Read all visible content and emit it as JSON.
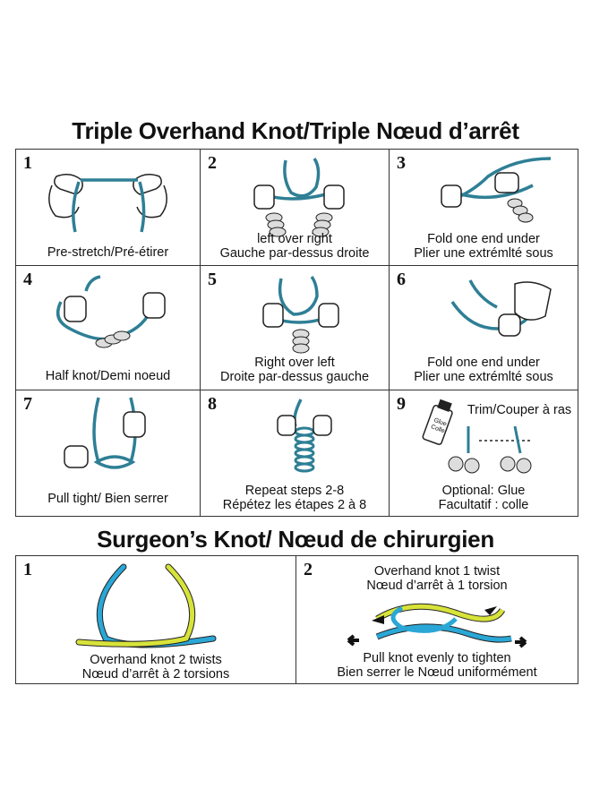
{
  "title_top": "Triple Overhand Knot/Triple Nœud d’arrêt",
  "title_bottom": "Surgeon’s Knot/ Nœud de chirurgien",
  "steps": [
    {
      "num": "1",
      "caption": [
        "Pre-stretch/Pré-étirer"
      ]
    },
    {
      "num": "2",
      "caption": [
        "left over right",
        "Gauche par-dessus droite"
      ]
    },
    {
      "num": "3",
      "caption": [
        "Fold one end under",
        "Plier une extrémlté sous"
      ]
    },
    {
      "num": "4",
      "caption": [
        "Half knot/Demi noeud"
      ]
    },
    {
      "num": "5",
      "caption": [
        "Right over left",
        "Droite par-dessus gauche"
      ]
    },
    {
      "num": "6",
      "caption": [
        "Fold one end under",
        "Plier une extrémlté sous"
      ]
    },
    {
      "num": "7",
      "caption": [
        "Pull tight/ Bien serrer"
      ]
    },
    {
      "num": "8",
      "caption": [
        "Repeat steps 2-8",
        "Répétez les étapes 2 à 8"
      ]
    },
    {
      "num": "9",
      "caption": [
        "Optional: Glue",
        "Facultatif : colle"
      ],
      "top_label": "Trim/Couper à ras",
      "bottle_label": "Glue Colle"
    }
  ],
  "surgeon": [
    {
      "num": "1",
      "caption": [
        "Overhand knot 2 twists",
        "Nœud d’arrêt à 2 torsions"
      ]
    },
    {
      "num": "2",
      "top_caption": [
        "Overhand knot 1 twist",
        "Nœud d’arrêt à 1 torsion"
      ],
      "caption": [
        "Pull knot evenly to tighten",
        "Bien serrer le Nœud uniformément"
      ]
    }
  ],
  "colors": {
    "cord_teal": "#2e7f95",
    "cord_blue": "#2aa7d6",
    "cord_yellow": "#d8e33a",
    "outline": "#222222"
  }
}
